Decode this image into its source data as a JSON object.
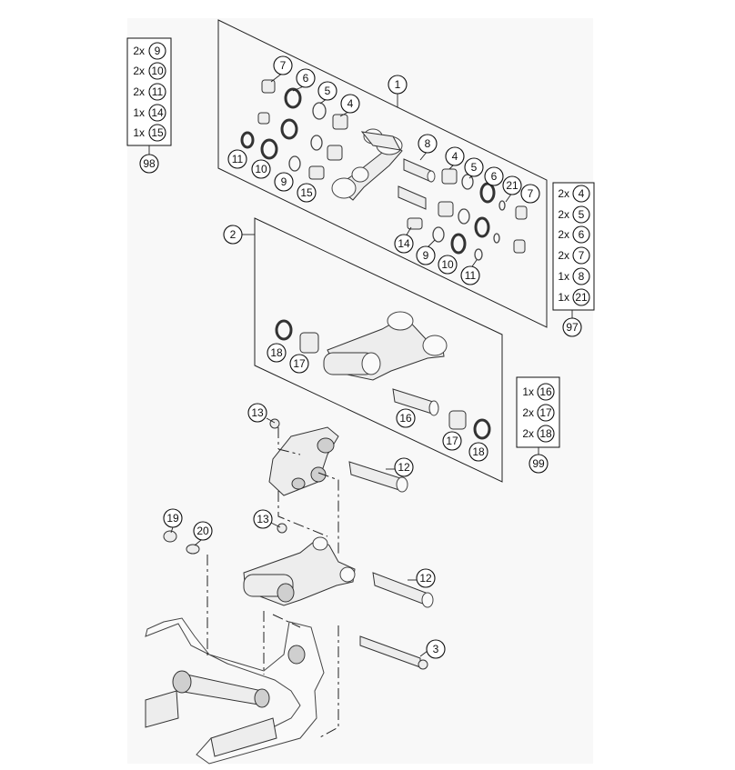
{
  "callouts": [
    {
      "label": "1"
    },
    {
      "label": "7"
    },
    {
      "label": "6"
    },
    {
      "label": "5"
    },
    {
      "label": "4"
    },
    {
      "label": "11"
    },
    {
      "label": "10"
    },
    {
      "label": "9"
    },
    {
      "label": "15"
    },
    {
      "label": "8"
    },
    {
      "label": "4"
    },
    {
      "label": "5"
    },
    {
      "label": "6"
    },
    {
      "label": "21"
    },
    {
      "label": "7"
    },
    {
      "label": "14"
    },
    {
      "label": "9"
    },
    {
      "label": "10"
    },
    {
      "label": "11"
    },
    {
      "label": "2"
    },
    {
      "label": "18"
    },
    {
      "label": "17"
    },
    {
      "label": "16"
    },
    {
      "label": "17"
    },
    {
      "label": "18"
    },
    {
      "label": "13"
    },
    {
      "label": "12"
    },
    {
      "label": "13"
    },
    {
      "label": "12"
    },
    {
      "label": "19"
    },
    {
      "label": "20"
    },
    {
      "label": "3"
    }
  ],
  "kits": [
    {
      "kit": "98",
      "items": [
        {
          "qty": "2x",
          "part": "9"
        },
        {
          "qty": "2x",
          "part": "10"
        },
        {
          "qty": "2x",
          "part": "11"
        },
        {
          "qty": "1x",
          "part": "14"
        },
        {
          "qty": "1x",
          "part": "15"
        }
      ]
    },
    {
      "kit": "97",
      "items": [
        {
          "qty": "2x",
          "part": "4"
        },
        {
          "qty": "2x",
          "part": "5"
        },
        {
          "qty": "2x",
          "part": "6"
        },
        {
          "qty": "2x",
          "part": "7"
        },
        {
          "qty": "1x",
          "part": "8"
        },
        {
          "qty": "1x",
          "part": "21"
        }
      ]
    },
    {
      "kit": "99",
      "items": [
        {
          "qty": "1x",
          "part": "16"
        },
        {
          "qty": "2x",
          "part": "17"
        },
        {
          "qty": "2x",
          "part": "18"
        }
      ]
    }
  ]
}
